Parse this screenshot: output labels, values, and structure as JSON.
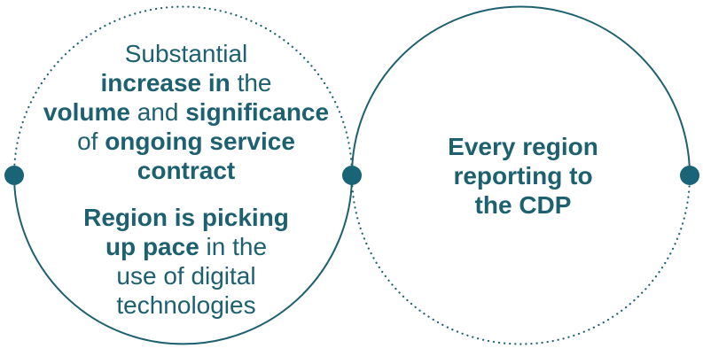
{
  "colors": {
    "accent": "#1d6070",
    "dot": "#1a6478"
  },
  "left_circle": {
    "block1": {
      "l1_a": "Substantial",
      "l2_a": "increase in",
      "l2_b": " the",
      "l3_a": "volume",
      "l3_b": " and ",
      "l3_c": "significance",
      "l4_a": "of ",
      "l4_b": "ongoing service",
      "l5_a": "contract"
    },
    "block2": {
      "l1_a": "Region is picking",
      "l2_a": "up pace",
      "l2_b": " in the",
      "l3_a": "use of digital",
      "l4_a": "technologies"
    }
  },
  "right_circle": {
    "l1": "Every region",
    "l2": "reporting to",
    "l3": "the CDP"
  }
}
